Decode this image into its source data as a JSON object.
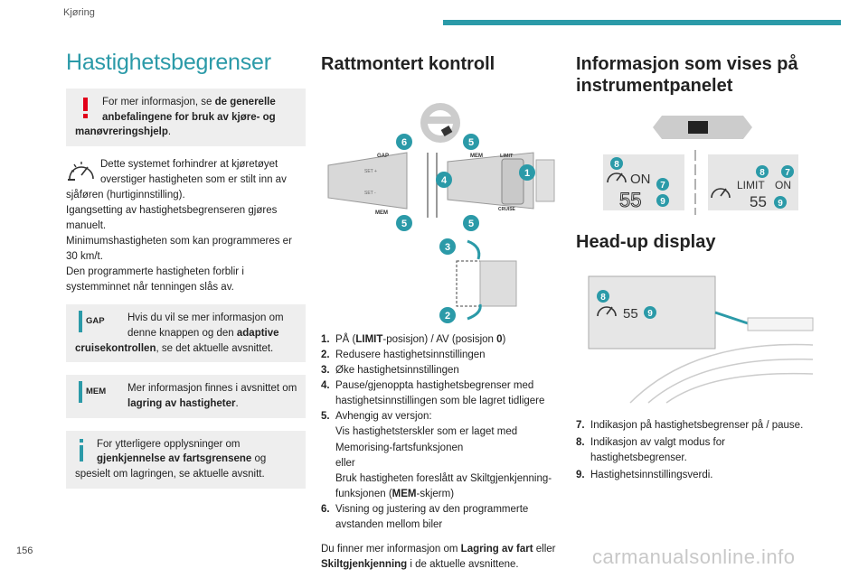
{
  "header": {
    "section": "Kjøring",
    "page_number": "156"
  },
  "col1": {
    "title": "Hastighetsbegrenser",
    "note1": {
      "pre": "For mer informasjon, se ",
      "bold": "de generelle anbefalingene for bruk av kjøre- og manøvreringshjelp",
      "post": "."
    },
    "desc": [
      "Dette systemet forhindrer at kjøretøyet overstiger hastigheten som er stilt inn av sjåføren (hurtiginnstilling).",
      "Igangsetting av hastighetsbegrenseren gjøres manuelt.",
      "Minimumshastigheten som kan programmeres er 30 km/t.",
      "Den programmerte hastigheten forblir i systemminnet når tenningen slås av."
    ],
    "gap_note": {
      "label": "GAP",
      "pre": "Hvis du vil se mer informasjon om denne knappen og den ",
      "bold": "adaptive cruisekontrollen",
      "post": ", se det aktuelle avsnittet."
    },
    "mem_note": {
      "label": "MEM",
      "pre": "Mer informasjon finnes i avsnittet om ",
      "bold": "lagring av hastigheter",
      "post": "."
    },
    "info_note": {
      "pre": "For ytterligere opplysninger om ",
      "bold": "gjenkjennelse av fartsgrensene",
      "post": " og spesielt om lagringen, se aktuelle avsnitt."
    }
  },
  "col2": {
    "title": "Rattmontert kontroll",
    "diagram": {
      "labels": [
        "GAP",
        "MEM",
        "MEM",
        "LIMIT",
        "CRUISE",
        "SET +",
        "SET -"
      ],
      "callouts": [
        "6",
        "5",
        "4",
        "1",
        "5",
        "5",
        "3",
        "2"
      ]
    },
    "items": [
      {
        "n": "1.",
        "parts": [
          {
            "t": "PÅ ("
          },
          {
            "t": "LIMIT",
            "b": true
          },
          {
            "t": "-posisjon) / AV (posisjon "
          },
          {
            "t": "0",
            "b": true
          },
          {
            "t": ")"
          }
        ]
      },
      {
        "n": "2.",
        "parts": [
          {
            "t": "Redusere hastighetsinnstillingen"
          }
        ]
      },
      {
        "n": "3.",
        "parts": [
          {
            "t": "Øke hastighetsinnstillingen"
          }
        ]
      },
      {
        "n": "4.",
        "parts": [
          {
            "t": "Pause/gjenoppta hastighetsbegrenser med hastighetsinnstillingen som ble lagret tidligere"
          }
        ]
      },
      {
        "n": "5.",
        "parts": [
          {
            "t": "Avhengig av versjon:"
          },
          {
            "br": true
          },
          {
            "t": "Vis hastighetsterskler som er laget med Memorising-fartsfunksjonen"
          },
          {
            "br": true
          },
          {
            "t": "eller"
          },
          {
            "br": true
          },
          {
            "t": "Bruk hastigheten foreslått av Skiltgjenkjenning-funksjonen ("
          },
          {
            "t": "MEM",
            "b": true
          },
          {
            "t": "-skjerm)"
          }
        ]
      },
      {
        "n": "6.",
        "parts": [
          {
            "t": "Visning og justering av den programmerte avstanden mellom biler"
          }
        ]
      }
    ],
    "footer": {
      "pre": "Du finner mer informasjon om ",
      "bold1": "Lagring av fart",
      "mid": " eller ",
      "bold2": "Skiltgjenkjenning",
      "post": " i de aktuelle avsnittene."
    }
  },
  "col3": {
    "title": "Informasjon som vises på instrumentpanelet",
    "panel": {
      "left": {
        "on": "ON",
        "speed": "55",
        "callouts": [
          "8",
          "7",
          "9"
        ]
      },
      "right": {
        "limit": "LIMIT",
        "on": "ON",
        "speed": "55",
        "callouts": [
          "8",
          "7",
          "9"
        ]
      }
    },
    "hud_title": "Head-up display",
    "hud": {
      "speed": "55",
      "callouts": [
        "8",
        "9"
      ]
    },
    "items": [
      {
        "n": "7.",
        "t": "Indikasjon på hastighetsbegrenser på / pause."
      },
      {
        "n": "8.",
        "t": "Indikasjon av valgt modus for hastighetsbegrenser."
      },
      {
        "n": "9.",
        "t": "Hastighetsinnstillingsverdi."
      }
    ]
  },
  "watermark": "carmanualsonline.info",
  "colors": {
    "accent": "#2b9aa8",
    "warning": "#e2001a",
    "note_bg": "#eeeeee"
  }
}
